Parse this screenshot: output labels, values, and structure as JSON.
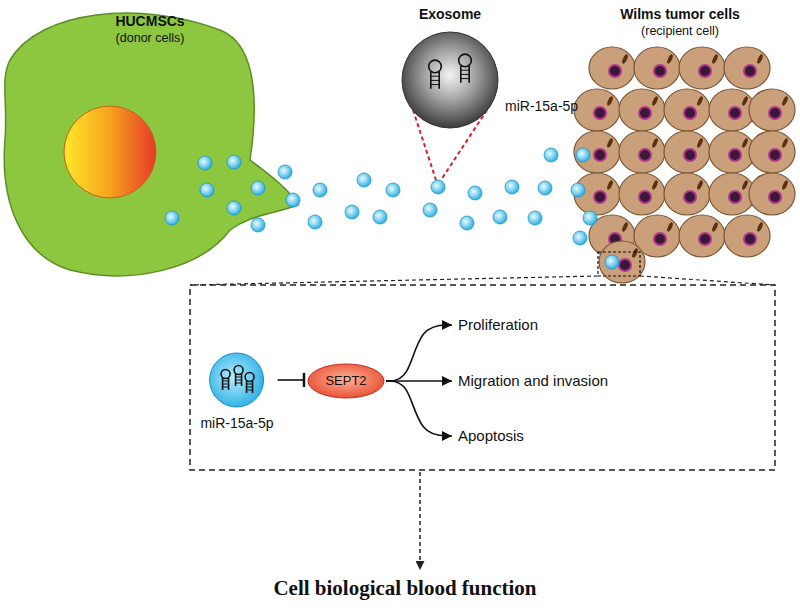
{
  "diagram": {
    "nodes": [
      {
        "text": [
          "HUCMSCs",
          "(donor cells)"
        ]
      },
      {
        "text": [
          "Exosome",
          "miR-15a-5p"
        ]
      },
      {
        "text": [
          "Wilms tumor cells",
          "(recipient cell)"
        ]
      },
      {
        "text": [
          "miR-15a-5p"
        ]
      },
      {
        "text": [
          "SEPT2"
        ]
      },
      {
        "text": [
          "Proliferation"
        ]
      },
      {
        "text": [
          "Migration and invasion"
        ]
      },
      {
        "text": [
          "Apoptosis"
        ]
      }
    ],
    "edges": [
      {
        "from": 3,
        "to": 4,
        "arrow": "to"
      },
      {
        "from": 4,
        "to": 5,
        "arrow": "to"
      },
      {
        "from": 4,
        "to": 6,
        "arrow": "to"
      },
      {
        "from": 4,
        "to": 7,
        "arrow": "to"
      }
    ],
    "labels": [
      "Cell biological blood function"
    ]
  }
}
